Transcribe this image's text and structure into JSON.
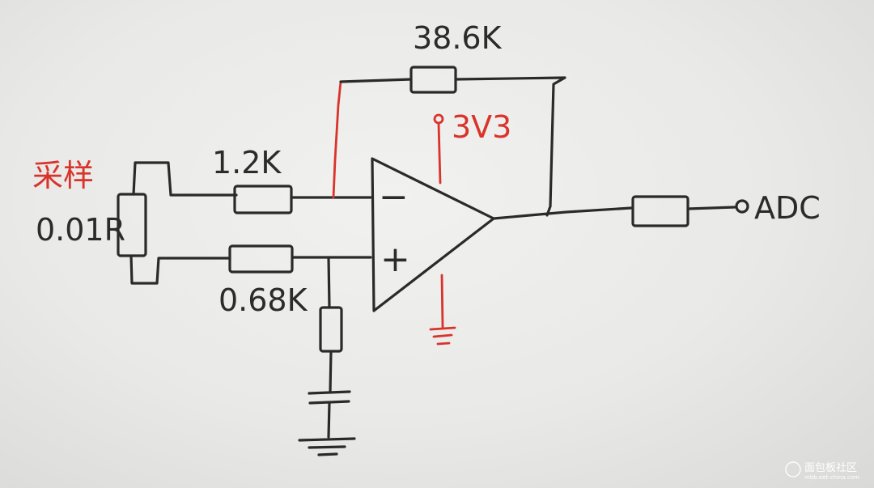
{
  "labels": {
    "feedback_resistor": "38.6K",
    "supply": "3V3",
    "input_resistor_top": "1.2K",
    "input_resistor_bottom": "0.68K",
    "sense_label_cn": "采样",
    "sense_value": "0.01R",
    "output": "ADC",
    "minus_sign": "−",
    "plus_sign": "+"
  },
  "watermark": {
    "text": "面包板社区",
    "sub": "mbb.eet-china.com"
  },
  "colors": {
    "ink": "#2a2a2a",
    "red_ink": "#d9332b",
    "paper": "#eaeae8"
  }
}
